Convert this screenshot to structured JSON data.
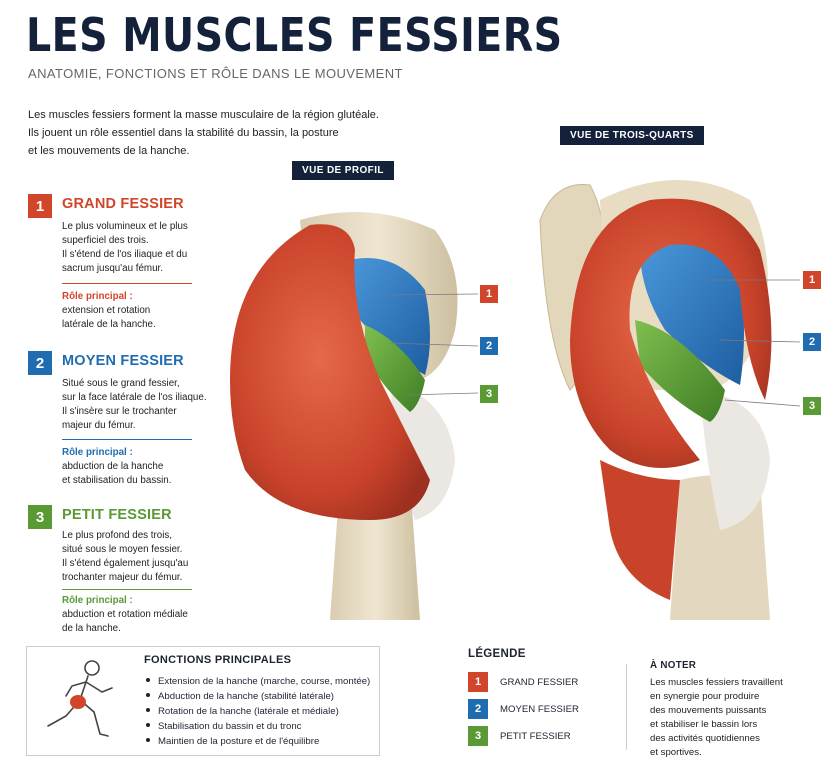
{
  "header": {
    "title": "LES MUSCLES FESSIERS",
    "subtitle": "ANATOMIE, FONCTIONS ET RÔLE DANS LE MOUVEMENT"
  },
  "intro": [
    "Les muscles fessiers forment la masse musculaire de la région glutéale.",
    "Ils jouent un rôle essentiel dans la stabilité du bassin, la posture",
    "et les mouvements de la hanche."
  ],
  "colors": {
    "grand": "#d1452a",
    "moyen": "#1f6db0",
    "petit": "#5a9a34",
    "navy": "#13213a"
  },
  "sections": [
    {
      "number": "1",
      "title": "GRAND FESSIER",
      "body": [
        "Le plus volumineux et le plus",
        "superficiel des trois.",
        "Il s'étend de l'os iliaque et du",
        "sacrum jusqu'au fémur."
      ],
      "role_label": "Rôle principal :",
      "role": [
        "extension et rotation",
        "latérale de la hanche."
      ]
    },
    {
      "number": "2",
      "title": "MOYEN FESSIER",
      "body": [
        "Situé sous le grand fessier,",
        "sur la face latérale de l'os iliaque.",
        "Il s'insère sur le trochanter",
        "majeur du fémur."
      ],
      "role_label": "Rôle principal :",
      "role": [
        "abduction de la hanche",
        "et stabilisation du bassin."
      ]
    },
    {
      "number": "3",
      "title": "PETIT FESSIER",
      "body": [
        "Le plus profond des trois,",
        "situé sous le moyen fessier.",
        "Il s'étend également jusqu'au",
        "trochanter majeur du fémur."
      ],
      "role_label": "Rôle principal :",
      "role": [
        "abduction et rotation médiale",
        "de la hanche."
      ]
    }
  ],
  "views": {
    "profile": "VUE DE PROFIL",
    "three_quarter": "VUE DE TROIS-QUARTS"
  },
  "callouts": [
    "1",
    "2",
    "3"
  ],
  "functions": {
    "title": "FONCTIONS PRINCIPALES",
    "items": [
      "Extension de la hanche (marche, course, montée)",
      "Abduction de la hanche (stabilité latérale)",
      "Rotation de la hanche (latérale et médiale)",
      "Stabilisation du bassin et du tronc",
      "Maintien de la posture et de l'équilibre"
    ]
  },
  "legend": {
    "title": "LÉGENDE",
    "items": [
      {
        "number": "1",
        "label": "GRAND FESSIER"
      },
      {
        "number": "2",
        "label": "MOYEN FESSIER"
      },
      {
        "number": "3",
        "label": "PETIT FESSIER"
      }
    ]
  },
  "note": {
    "title": "À NOTER",
    "body": [
      "Les muscles fessiers travaillent",
      "en synergie pour produire",
      "des mouvements puissants",
      "et stabiliser le bassin lors",
      "des activités quotidiennes",
      "et sportives."
    ]
  }
}
